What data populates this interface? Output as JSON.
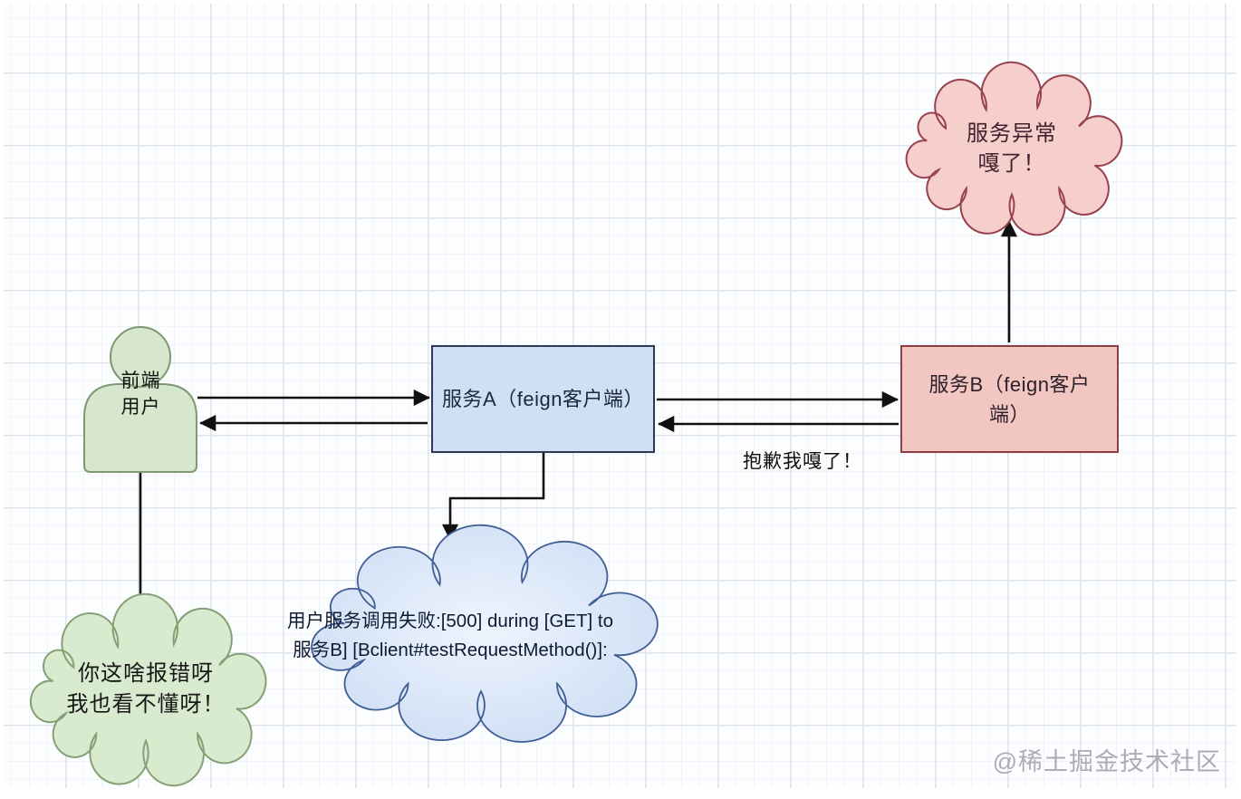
{
  "diagram": {
    "actor": {
      "line1": "前端",
      "line2": "用户"
    },
    "service_a": {
      "label": "服务A（feign客户端）"
    },
    "service_b": {
      "label": "服务B（feign客户端）"
    },
    "exception_cloud": {
      "line1": "服务异常",
      "line2": "嘎了！"
    },
    "error_cloud": {
      "line1": "用户服务调用失败:[500] during [GET] to",
      "line2": "服务B] [Bclient#testRequestMethod()]:"
    },
    "user_cloud": {
      "line1": "你这啥报错呀",
      "line2": "我也看不懂呀！"
    },
    "apology_label": "抱歉我嘎了！",
    "watermark": "@稀土掘金技术社区"
  },
  "colors": {
    "service_a_fill": "#cfe0f4",
    "service_a_border": "#2e3a55",
    "service_b_fill": "#f2c7c2",
    "service_b_border": "#8d3f44",
    "exception_cloud_fill": "#f6cecb",
    "exception_cloud_border": "#97424e",
    "user_cloud_fill": "#d8ebcf",
    "user_cloud_border": "#85a075",
    "error_cloud_fill": "#d7e4f7",
    "error_cloud_border": "#3f5e96",
    "actor_fill": "#d7e7ce",
    "actor_border": "#7e9873",
    "arrow": "#111111",
    "grid_major": "#dfe4eb",
    "grid_minor": "#f0f3f8"
  }
}
